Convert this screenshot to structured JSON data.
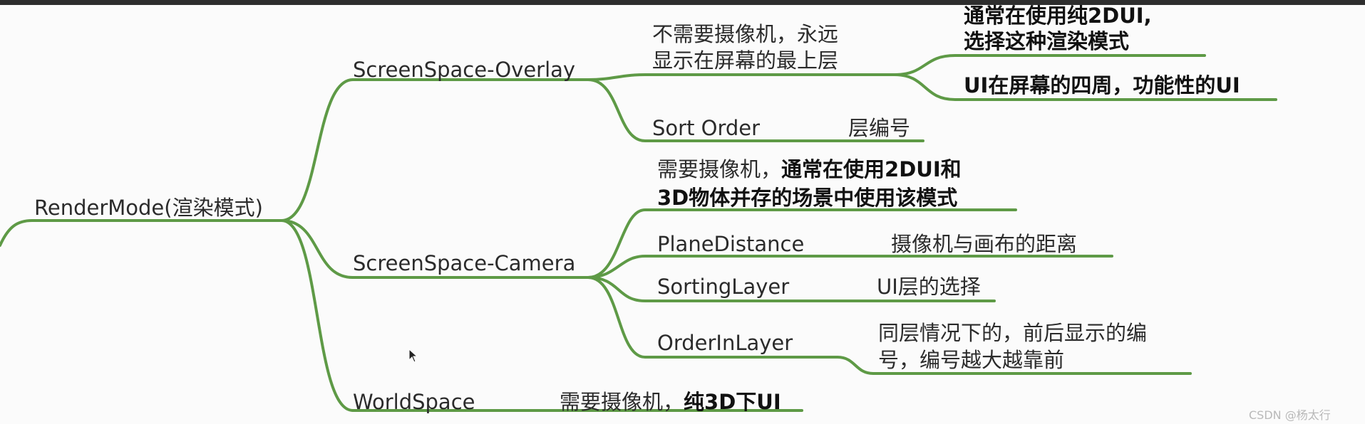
{
  "root": "RenderMode(渲染模式)",
  "overlay": {
    "label": "ScreenSpace-Overlay",
    "desc_line1": "不需要摄像机，永远",
    "desc_line2": "显示在屏幕的最上层",
    "usage1_line1": "通常在使用纯2DUI,",
    "usage1_line2": "选择这种渲染模式",
    "usage2": "UI在屏幕的四周，功能性的UI",
    "sort_order": "Sort Order",
    "sort_order_desc": "层编号"
  },
  "camera": {
    "label": "ScreenSpace-Camera",
    "desc_line1_prefix": "需要摄像机，",
    "desc_line1_bold": "通常在使用2DUI和",
    "desc_line2": "3D物体并存的场景中使用该模式",
    "plane_distance": "PlaneDistance",
    "plane_distance_desc": "摄像机与画布的距离",
    "sorting_layer": "SortingLayer",
    "sorting_layer_desc": "UI层的选择",
    "order_in_layer": "OrderInLayer",
    "order_in_layer_desc_line1": "同层情况下的，前后显示的编",
    "order_in_layer_desc_line2": "号，编号越大越靠前"
  },
  "world": {
    "label": "WorldSpace",
    "desc_prefix": "需要摄像机，",
    "desc_bold": "纯3D下UI"
  },
  "watermark": "CSDN @杨太行",
  "colors": {
    "branch": "#5e9a46",
    "topbar": "#2e2e2e"
  }
}
